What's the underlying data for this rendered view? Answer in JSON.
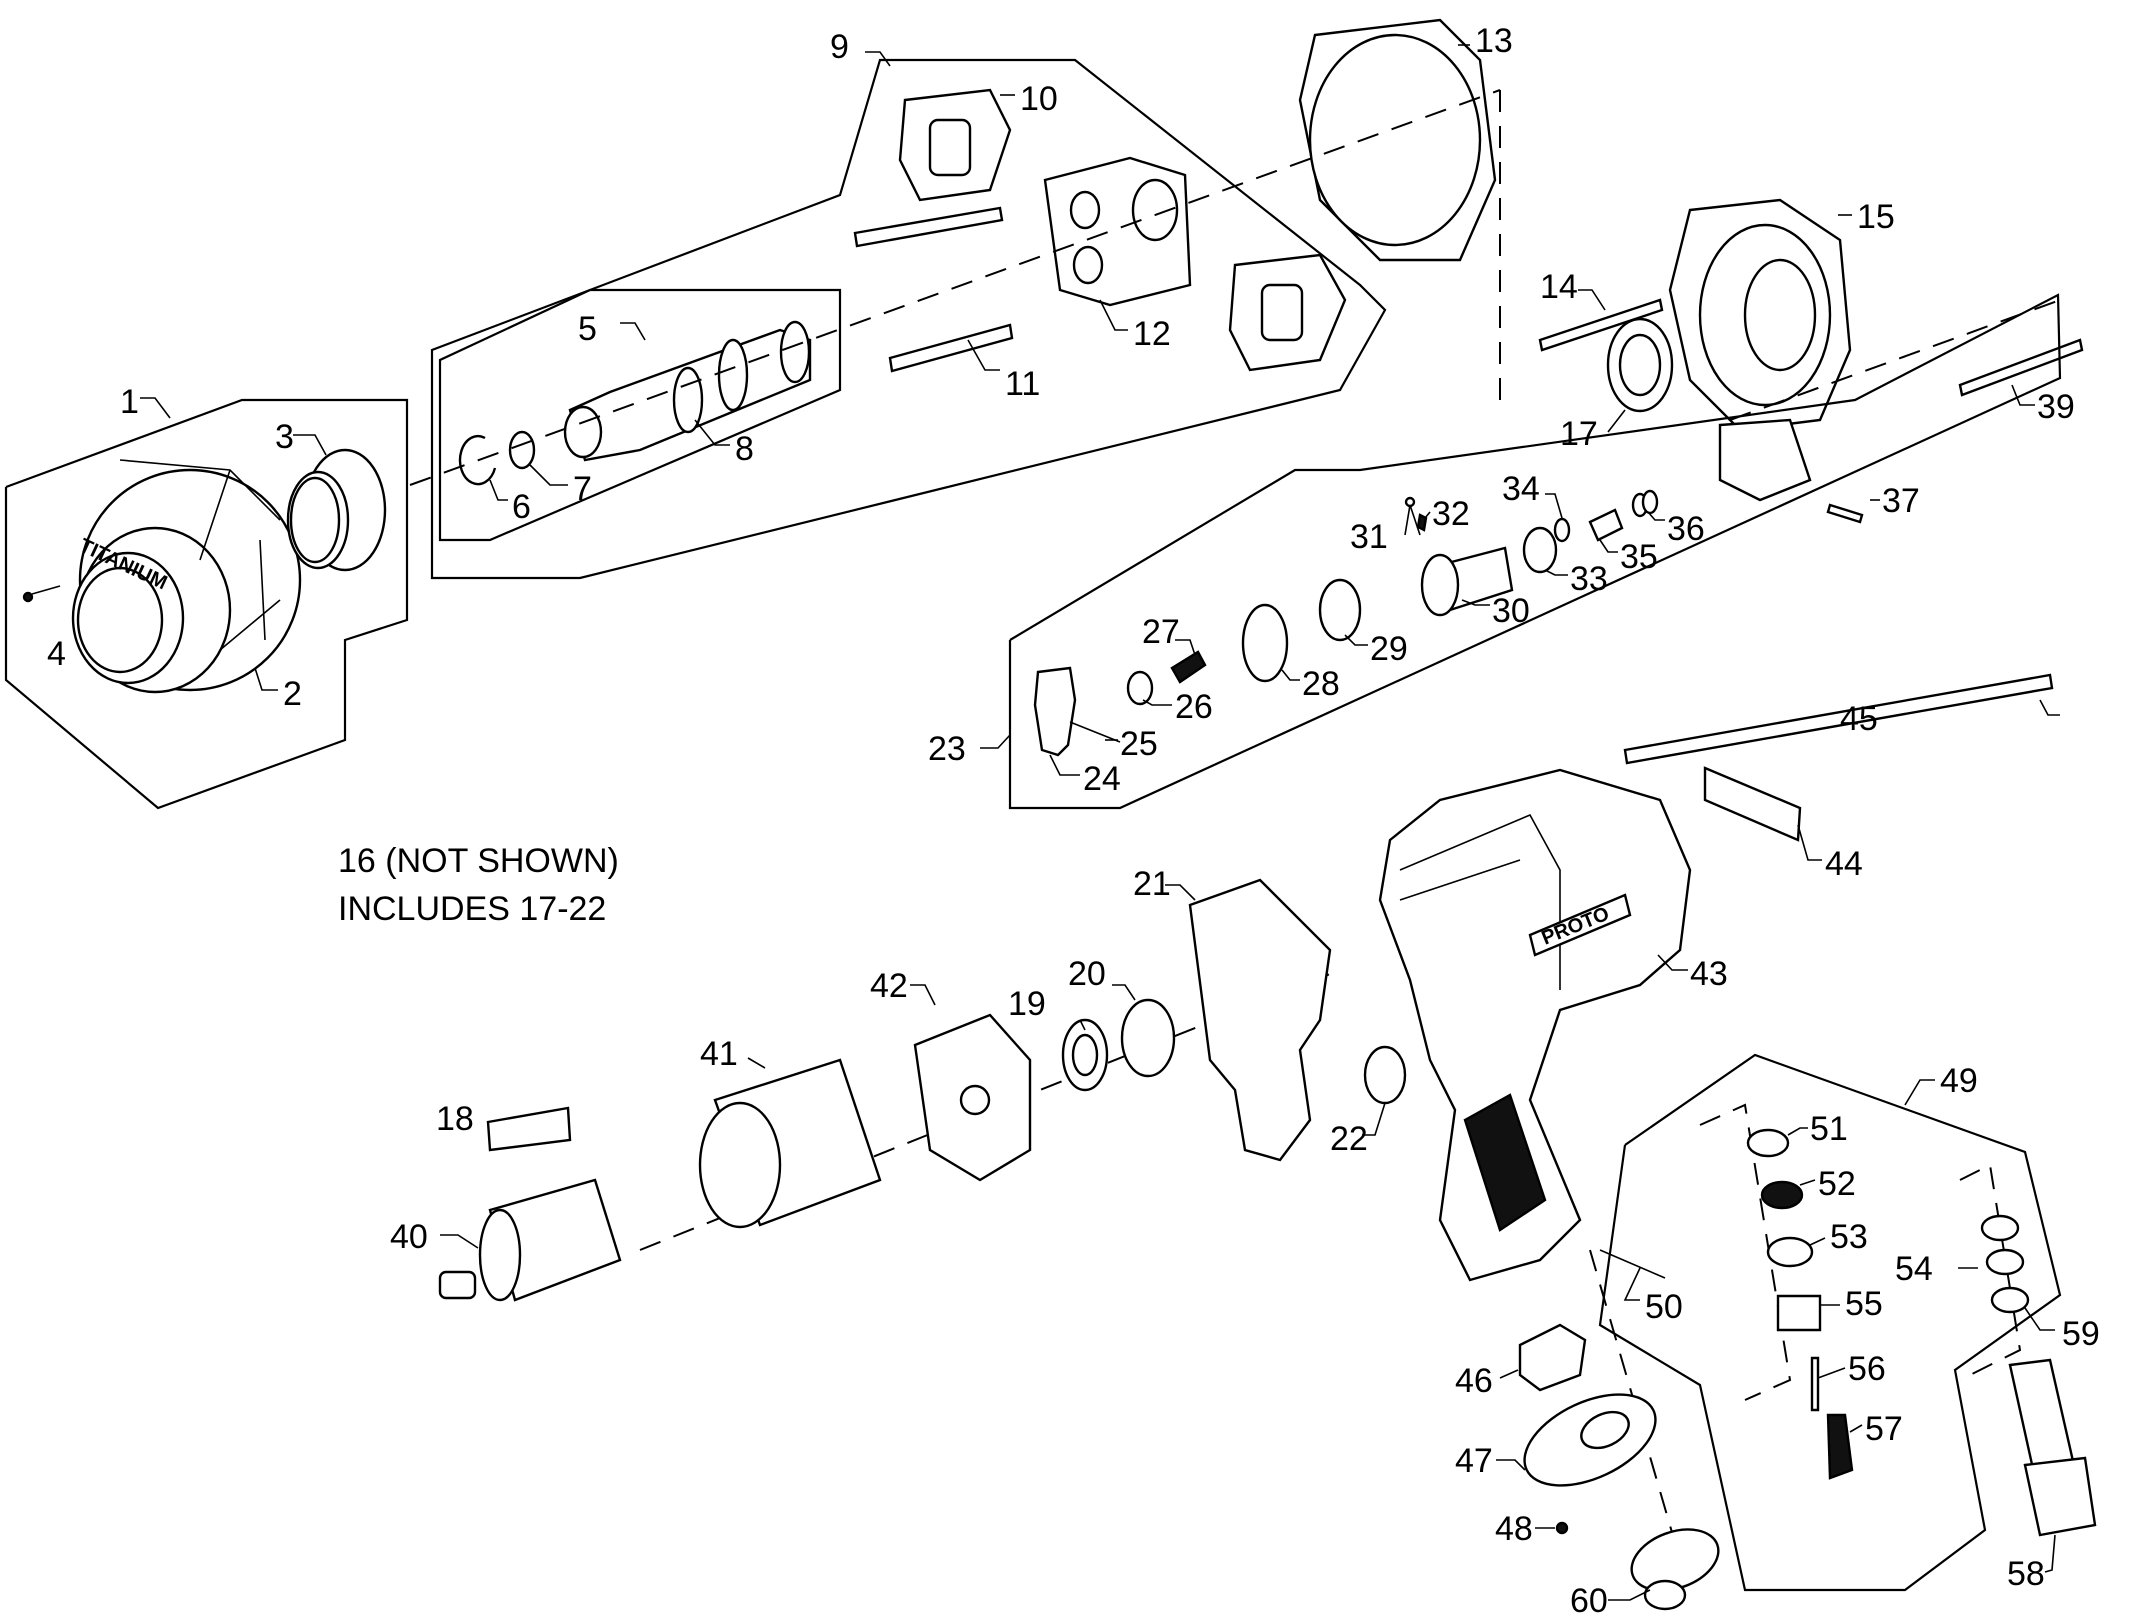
{
  "diagram": {
    "title": "Impact Wrench Exploded Parts View",
    "note_line1": "16 (NOT SHOWN)",
    "note_line2": "INCLUDES 17-22",
    "brand_housing": "PROTO",
    "brand_hammer_case": "TITANIUM",
    "callouts": [
      {
        "id": "1"
      },
      {
        "id": "2"
      },
      {
        "id": "3"
      },
      {
        "id": "4"
      },
      {
        "id": "5"
      },
      {
        "id": "6"
      },
      {
        "id": "7"
      },
      {
        "id": "8"
      },
      {
        "id": "9"
      },
      {
        "id": "10"
      },
      {
        "id": "11"
      },
      {
        "id": "12"
      },
      {
        "id": "13"
      },
      {
        "id": "14"
      },
      {
        "id": "15"
      },
      {
        "id": "17"
      },
      {
        "id": "18"
      },
      {
        "id": "19"
      },
      {
        "id": "20"
      },
      {
        "id": "21"
      },
      {
        "id": "22"
      },
      {
        "id": "23"
      },
      {
        "id": "24"
      },
      {
        "id": "25"
      },
      {
        "id": "26"
      },
      {
        "id": "27"
      },
      {
        "id": "28"
      },
      {
        "id": "29"
      },
      {
        "id": "30"
      },
      {
        "id": "31"
      },
      {
        "id": "32"
      },
      {
        "id": "33"
      },
      {
        "id": "34"
      },
      {
        "id": "35"
      },
      {
        "id": "36"
      },
      {
        "id": "37"
      },
      {
        "id": "39"
      },
      {
        "id": "40"
      },
      {
        "id": "41"
      },
      {
        "id": "42"
      },
      {
        "id": "43"
      },
      {
        "id": "44"
      },
      {
        "id": "45"
      },
      {
        "id": "46"
      },
      {
        "id": "47"
      },
      {
        "id": "48"
      },
      {
        "id": "49"
      },
      {
        "id": "50"
      },
      {
        "id": "51"
      },
      {
        "id": "52"
      },
      {
        "id": "53"
      },
      {
        "id": "54"
      },
      {
        "id": "55"
      },
      {
        "id": "56"
      },
      {
        "id": "57"
      },
      {
        "id": "58"
      },
      {
        "id": "59"
      },
      {
        "id": "60"
      }
    ]
  }
}
